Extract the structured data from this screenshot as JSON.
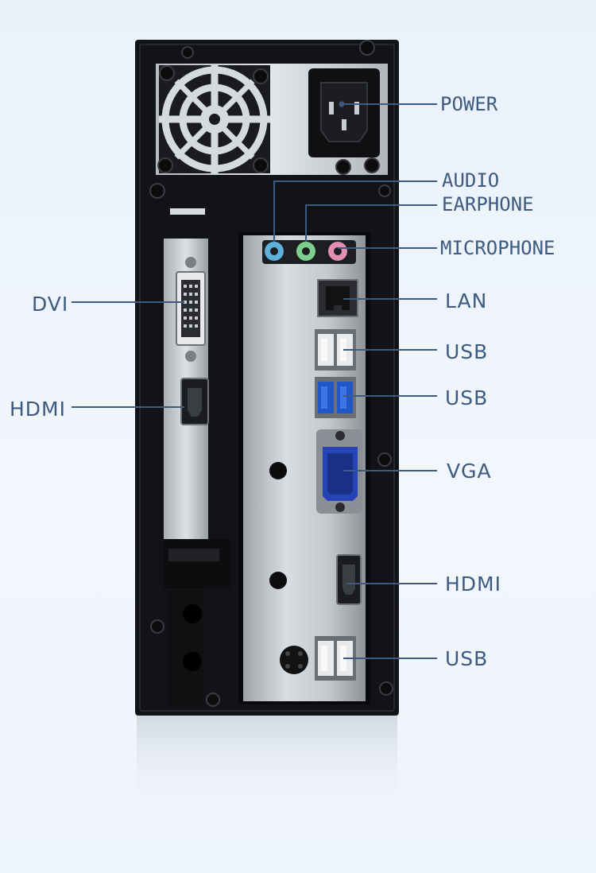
{
  "callouts_right": [
    {
      "id": "power",
      "label": "POWER"
    },
    {
      "id": "audio",
      "label": "AUDIO"
    },
    {
      "id": "earphone",
      "label": "EARPHONE"
    },
    {
      "id": "microphone",
      "label": "MICROPHONE"
    },
    {
      "id": "lan",
      "label": "LAN"
    },
    {
      "id": "usb-1",
      "label": "USB"
    },
    {
      "id": "usb-2",
      "label": "USB"
    },
    {
      "id": "vga",
      "label": "VGA"
    },
    {
      "id": "hdmi-board",
      "label": "HDMI"
    },
    {
      "id": "usb-3",
      "label": "USB"
    }
  ],
  "callouts_left": [
    {
      "id": "dvi",
      "label": "DVI"
    },
    {
      "id": "hdmi-gpu",
      "label": "HDMI"
    }
  ],
  "colors": {
    "label": "#3d5a80",
    "leader_line": "#3d5a80",
    "case_body": "#121316",
    "io_shield": "#c9cdd2",
    "jack_audio": "#5fb0da",
    "jack_earphone": "#7ecf8e",
    "jack_microphone": "#e48fb0",
    "usb3_blue": "#1f56c8",
    "vga_blue": "#2544b8"
  }
}
